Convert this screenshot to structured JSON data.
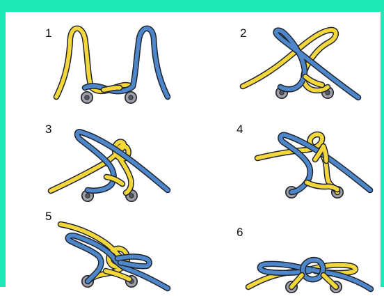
{
  "steps": [
    {
      "number": "1"
    },
    {
      "number": "2"
    },
    {
      "number": "3"
    },
    {
      "number": "4"
    },
    {
      "number": "5"
    },
    {
      "number": "6"
    }
  ],
  "colors": {
    "frame_border": "#1de9b6",
    "background": "#ffffff",
    "lace_yellow": "#f4d73b",
    "lace_blue": "#4d86c9",
    "cord_outline": "#1f2430",
    "eyelet_metal": "#9da0a6",
    "eyelet_hole": "#56595f",
    "label_text": "#111111"
  },
  "icons": {
    "lace": "shoelace-cord-icon",
    "eyelet": "eyelet-icon"
  }
}
